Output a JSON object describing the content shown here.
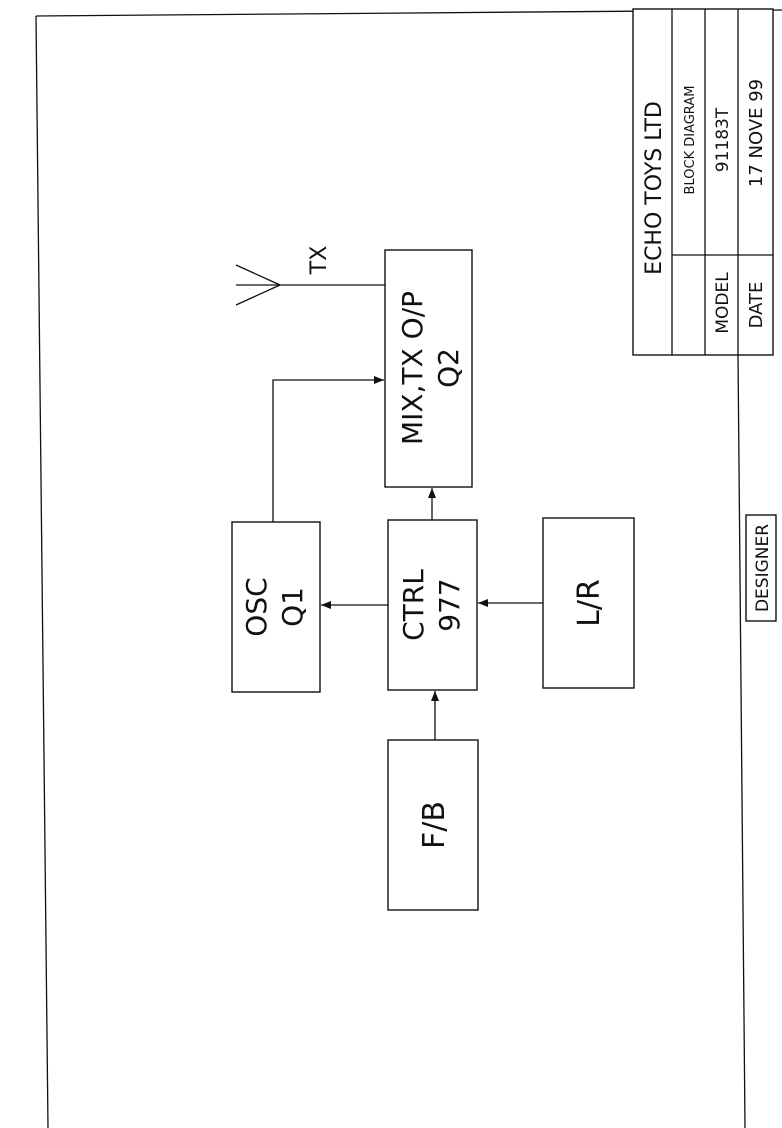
{
  "title_block": {
    "company": "ECHO TOYS LTD",
    "drawing_title": "BLOCK DIAGRAM",
    "model_label": "MODEL",
    "model_value": "91183T",
    "date_label": "DATE",
    "date_value": "17 NOVE 99",
    "designer_label": "DESIGNER"
  },
  "blocks": {
    "osc": {
      "line1": "OSC",
      "line2": "Q1"
    },
    "ctrl": {
      "line1": "CTRL",
      "line2": "977"
    },
    "lr": {
      "line1": "L/R"
    },
    "fb": {
      "line1": "F/B"
    },
    "mix": {
      "line1": "MIX,TX O/P",
      "line2": "Q2"
    }
  },
  "antenna_label": "TX"
}
